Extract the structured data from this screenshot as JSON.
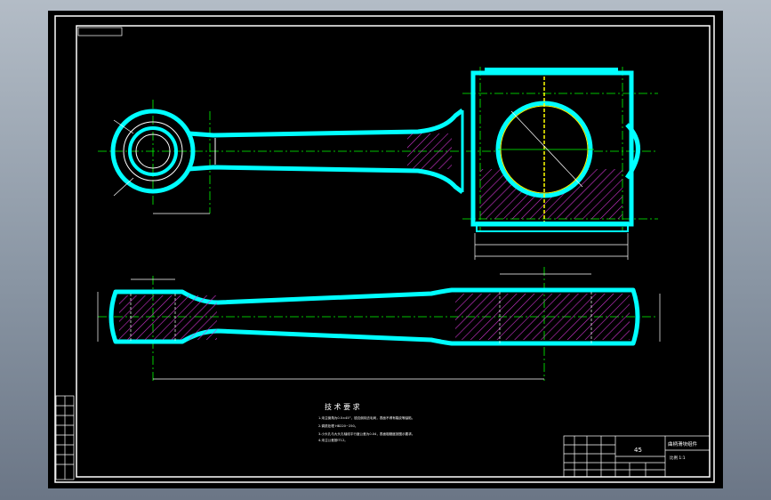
{
  "drawing": {
    "material": "45",
    "title_block_name": "曲柄滑块组件",
    "title_block_scale": "比例 1:1",
    "tech_req_title": "技 术 要 求",
    "tech_req_lines": [
      "1.未注倒角为0.5×45°，锐边倒钝去毛刺，表面不得有裂纹等缺陷。",
      "2.调质处理 HB220~250。",
      "3.小头孔与大头孔轴线平行度公差为0.04，表面粗糙度按图示要求。",
      "4.未注公差按IT12。"
    ]
  },
  "colors": {
    "background": "#000000",
    "outline": "#00ffff",
    "centerline": "#00ff00",
    "hatch": "#cc33cc",
    "dimension": "#ffffff",
    "bore_axis": "#ffff00"
  }
}
